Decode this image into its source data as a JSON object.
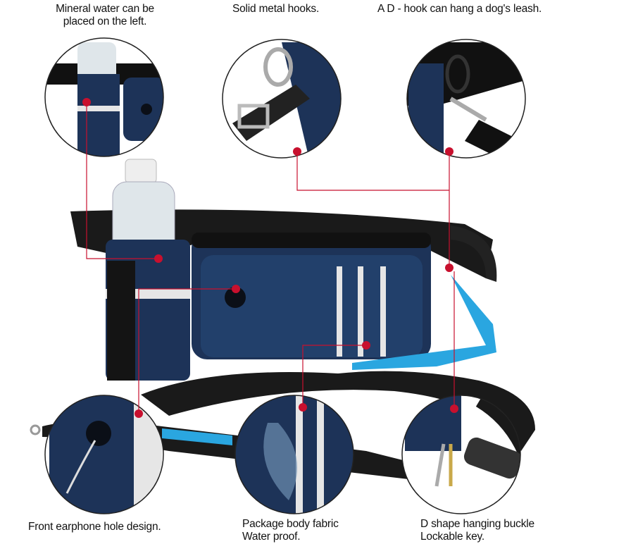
{
  "captions": {
    "mineral_water": [
      "Mineral water can be",
      "placed on the left."
    ],
    "metal_hooks": "Solid metal hooks.",
    "ad_hook": "A D - hook can hang a dog's leash.",
    "earphone": "Front earphone hole design.",
    "fabric": [
      "Package body fabric",
      "Water proof."
    ],
    "buckle": [
      "D shape hanging buckle",
      "Lockable key."
    ]
  },
  "colors": {
    "callout_red": "#c8102e",
    "bag_navy": "#1d3358",
    "strap_black": "#1a1a1a",
    "accent_blue": "#2aa6e0",
    "reflective": "#e6e6e6"
  }
}
